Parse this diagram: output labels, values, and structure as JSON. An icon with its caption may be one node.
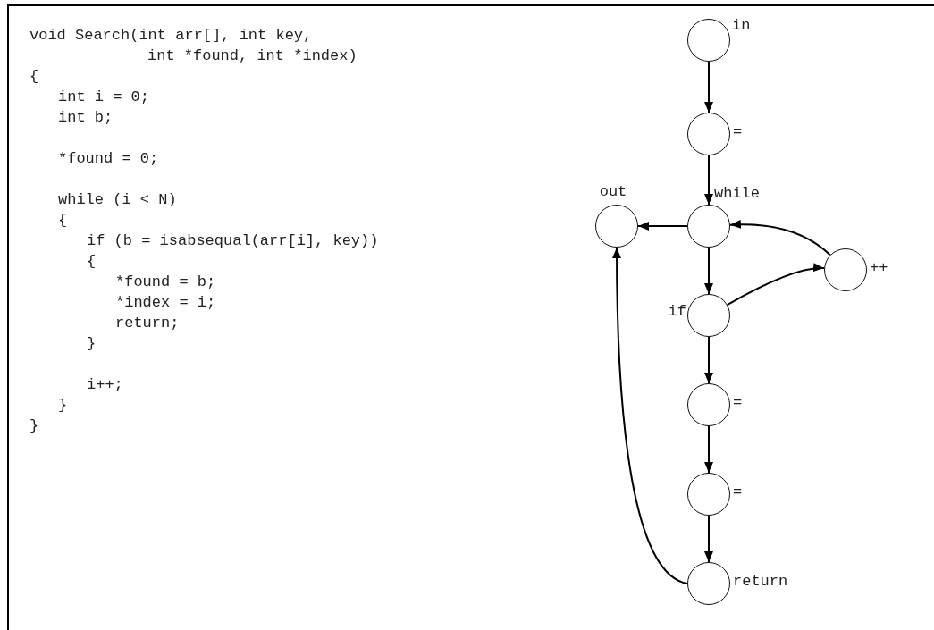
{
  "diagram": {
    "nodes": [
      {
        "text": [
          "in"
        ]
      },
      {
        "text": [
          "="
        ]
      },
      {
        "text": [
          "while"
        ]
      },
      {
        "text": [
          "out"
        ]
      },
      {
        "text": [
          "++"
        ]
      },
      {
        "text": [
          "if"
        ]
      },
      {
        "text": [
          "="
        ]
      },
      {
        "text": [
          "="
        ]
      },
      {
        "text": [
          "return"
        ]
      }
    ],
    "edges": [
      {
        "from": 0,
        "to": 1,
        "arrow": "to"
      },
      {
        "from": 1,
        "to": 2,
        "arrow": "to"
      },
      {
        "from": 2,
        "to": 3,
        "arrow": "to"
      },
      {
        "from": 2,
        "to": 5,
        "arrow": "to"
      },
      {
        "from": 5,
        "to": 4,
        "arrow": "to"
      },
      {
        "from": 4,
        "to": 2,
        "arrow": "to"
      },
      {
        "from": 5,
        "to": 6,
        "arrow": "to"
      },
      {
        "from": 6,
        "to": 7,
        "arrow": "to"
      },
      {
        "from": 7,
        "to": 8,
        "arrow": "to"
      },
      {
        "from": 8,
        "to": 3,
        "arrow": "to"
      }
    ],
    "labels": [
      "void Search(int arr[], int key,",
      "int *found, int *index)",
      "{",
      "int i = 0;",
      "int b;",
      "*found = 0;",
      "while (i < N)",
      "{",
      "if (b = isabsequal(arr[i], key))",
      "{",
      "*found = b;",
      "*index = i;",
      "return;",
      "}",
      "i++;",
      "}",
      "}"
    ]
  }
}
